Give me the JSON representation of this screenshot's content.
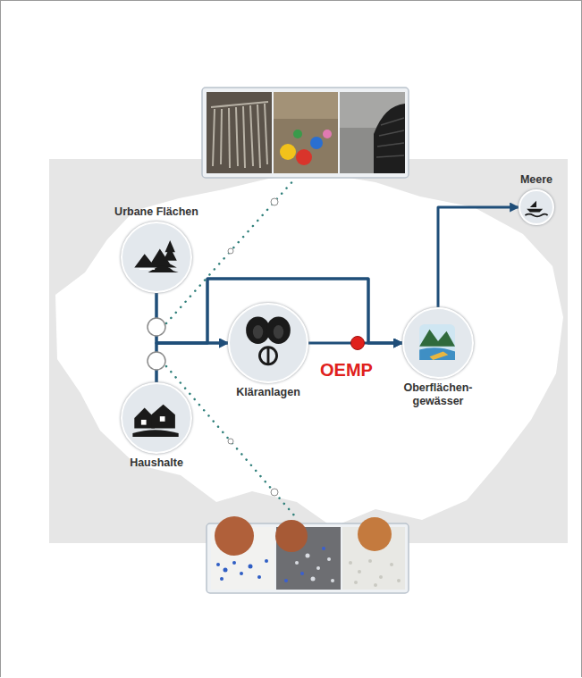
{
  "diagram": {
    "nodes": [
      {
        "text": [
          "Urbane Flächen"
        ]
      },
      {
        "text": [
          "Haushalte"
        ]
      },
      {
        "text": [
          "Kläranlagen"
        ]
      },
      {
        "text": [
          "Oberflächen- gewässer"
        ]
      },
      {
        "text": [
          "Meere"
        ]
      }
    ],
    "edges": [
      {
        "from": 0,
        "to": 2,
        "arrow": "to"
      },
      {
        "from": 1,
        "to": 2,
        "arrow": "to"
      },
      {
        "from": 0,
        "to": 3,
        "arrow": "to"
      },
      {
        "from": 1,
        "to": 3,
        "arrow": "to"
      },
      {
        "from": 2,
        "to": 3,
        "arrow": "to"
      },
      {
        "from": 3,
        "to": 4,
        "arrow": "to"
      }
    ],
    "labels": [
      "OEMP"
    ]
  }
}
